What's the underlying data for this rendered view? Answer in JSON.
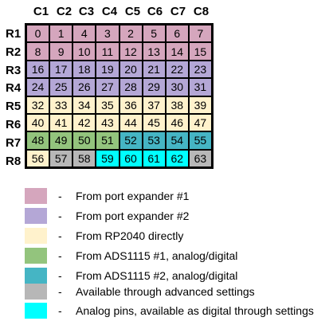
{
  "columns": [
    "C1",
    "C2",
    "C3",
    "C4",
    "C5",
    "C6",
    "C7",
    "C8"
  ],
  "rows": [
    "R1",
    "R2",
    "R3",
    "R4",
    "R5",
    "R6",
    "R7",
    "R8"
  ],
  "colors": {
    "port1": "#d5a6bd",
    "port2": "#b4a7d6",
    "rp2040": "#fff2cc",
    "ads1": "#93c47d",
    "ads2": "#45b5c4",
    "adv": "#b7b7b7",
    "analog": "#00ffff"
  },
  "cells": [
    [
      {
        "v": "0",
        "c": "port1"
      },
      {
        "v": "1",
        "c": "port1"
      },
      {
        "v": "4",
        "c": "port1"
      },
      {
        "v": "3",
        "c": "port1"
      },
      {
        "v": "2",
        "c": "port1"
      },
      {
        "v": "5",
        "c": "port1"
      },
      {
        "v": "6",
        "c": "port1"
      },
      {
        "v": "7",
        "c": "port1"
      }
    ],
    [
      {
        "v": "8",
        "c": "port1"
      },
      {
        "v": "9",
        "c": "port1"
      },
      {
        "v": "10",
        "c": "port1"
      },
      {
        "v": "11",
        "c": "port1"
      },
      {
        "v": "12",
        "c": "port1"
      },
      {
        "v": "13",
        "c": "port1"
      },
      {
        "v": "14",
        "c": "port1"
      },
      {
        "v": "15",
        "c": "port1"
      }
    ],
    [
      {
        "v": "16",
        "c": "port2"
      },
      {
        "v": "17",
        "c": "port2"
      },
      {
        "v": "18",
        "c": "port2"
      },
      {
        "v": "19",
        "c": "port2"
      },
      {
        "v": "20",
        "c": "port2"
      },
      {
        "v": "21",
        "c": "port2"
      },
      {
        "v": "22",
        "c": "port2"
      },
      {
        "v": "23",
        "c": "port2"
      }
    ],
    [
      {
        "v": "24",
        "c": "port2"
      },
      {
        "v": "25",
        "c": "port2"
      },
      {
        "v": "26",
        "c": "port2"
      },
      {
        "v": "27",
        "c": "port2"
      },
      {
        "v": "28",
        "c": "port2"
      },
      {
        "v": "29",
        "c": "port2"
      },
      {
        "v": "30",
        "c": "port2"
      },
      {
        "v": "31",
        "c": "port2"
      }
    ],
    [
      {
        "v": "32",
        "c": "rp2040"
      },
      {
        "v": "33",
        "c": "rp2040"
      },
      {
        "v": "34",
        "c": "rp2040"
      },
      {
        "v": "35",
        "c": "rp2040"
      },
      {
        "v": "36",
        "c": "rp2040"
      },
      {
        "v": "37",
        "c": "rp2040"
      },
      {
        "v": "38",
        "c": "rp2040"
      },
      {
        "v": "39",
        "c": "rp2040"
      }
    ],
    [
      {
        "v": "40",
        "c": "rp2040"
      },
      {
        "v": "41",
        "c": "rp2040"
      },
      {
        "v": "42",
        "c": "rp2040"
      },
      {
        "v": "43",
        "c": "rp2040"
      },
      {
        "v": "44",
        "c": "rp2040"
      },
      {
        "v": "45",
        "c": "rp2040"
      },
      {
        "v": "46",
        "c": "rp2040"
      },
      {
        "v": "47",
        "c": "rp2040"
      }
    ],
    [
      {
        "v": "48",
        "c": "ads1"
      },
      {
        "v": "49",
        "c": "ads1"
      },
      {
        "v": "50",
        "c": "ads1"
      },
      {
        "v": "51",
        "c": "ads1"
      },
      {
        "v": "52",
        "c": "ads2"
      },
      {
        "v": "53",
        "c": "ads2"
      },
      {
        "v": "54",
        "c": "ads2"
      },
      {
        "v": "55",
        "c": "ads2"
      }
    ],
    [
      {
        "v": "56",
        "c": "rp2040"
      },
      {
        "v": "57",
        "c": "adv"
      },
      {
        "v": "58",
        "c": "adv"
      },
      {
        "v": "59",
        "c": "analog"
      },
      {
        "v": "60",
        "c": "analog"
      },
      {
        "v": "61",
        "c": "analog"
      },
      {
        "v": "62",
        "c": "analog"
      },
      {
        "v": "63",
        "c": "adv"
      }
    ]
  ],
  "legend": [
    {
      "c": "port1",
      "dash": "-",
      "text": "From port expander #1"
    },
    {
      "c": "port2",
      "dash": "-",
      "text": "From port expander #2"
    },
    {
      "c": "rp2040",
      "dash": "-",
      "text": "From RP2040 directly"
    },
    {
      "c": "ads1",
      "dash": "-",
      "text": "From ADS1115  #1, analog/digital"
    },
    {
      "c": "ads2",
      "dash": "-",
      "text": "From ADS1115  #2, analog/digital"
    },
    {
      "c": "adv",
      "dash": "-",
      "text": "Available through advanced settings"
    },
    {
      "c": "analog",
      "dash": "-",
      "text": "Analog pins, available as digital through settings"
    }
  ]
}
